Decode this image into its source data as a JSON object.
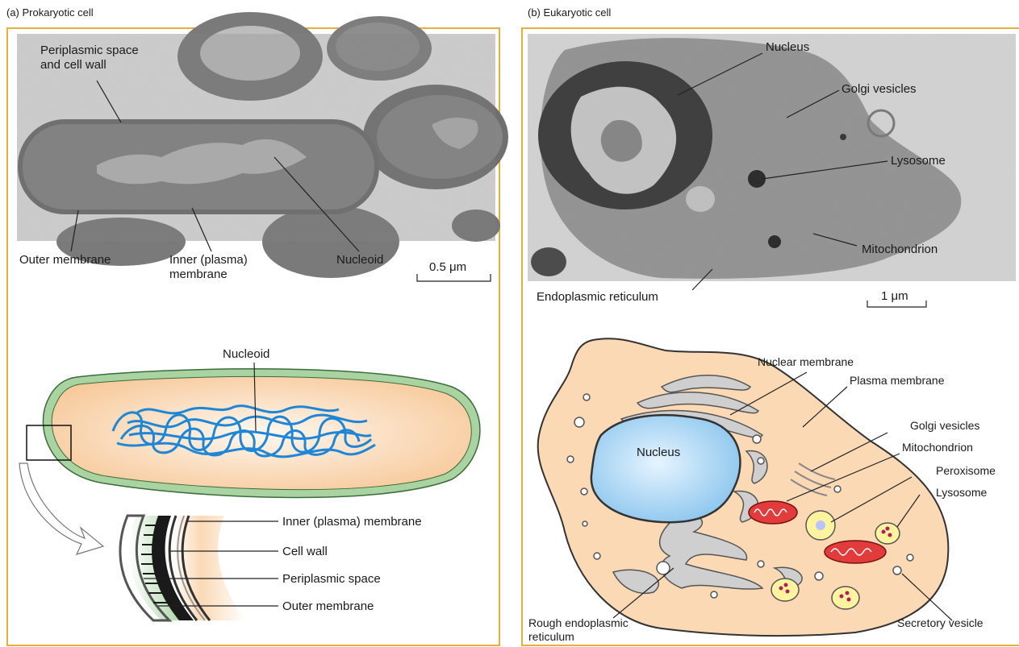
{
  "panel_a": {
    "title": "(a) Prokaryotic cell",
    "micro_labels": {
      "periplasmic": "Periplasmic space",
      "periplasmic_2": "and cell wall",
      "outer": "Outer membrane",
      "inner": "Inner (plasma)",
      "inner_2": "membrane",
      "nucleoid": "Nucleoid",
      "scale": "0.5 μm"
    },
    "diagram_labels": {
      "nucleoid": "Nucleoid",
      "inner": "Inner (plasma) membrane",
      "cell_wall": "Cell wall",
      "periplasmic": "Periplasmic space",
      "outer": "Outer membrane"
    }
  },
  "panel_b": {
    "title": "(b) Eukaryotic cell",
    "micro_labels": {
      "nucleus": "Nucleus",
      "golgi": "Golgi vesicles",
      "lysosome": "Lysosome",
      "mito": "Mitochondrion",
      "er": "Endoplasmic reticulum",
      "scale": "1 μm"
    },
    "diagram_labels": {
      "nuclear_membrane": "Nuclear membrane",
      "plasma_membrane": "Plasma membrane",
      "golgi": "Golgi vesicles",
      "mito": "Mitochondrion",
      "peroxisome": "Peroxisome",
      "lysosome": "Lysosome",
      "nucleus": "Nucleus",
      "rough_er": "Rough endoplasmic",
      "rough_er_2": "reticulum",
      "secretory": "Secretory vesicle"
    }
  },
  "colors": {
    "frame": "#e3b23c",
    "cytoplasm": "#fbd9b5",
    "cell_wall_green": "#a9d4a2",
    "nucleoid_blue": "#1f86d6",
    "nucleus_blue": "#a8d4f2",
    "er_gray": "#c8c8c8",
    "mito_red": "#e23b3b",
    "peroxisome_yellow": "#fff3a0"
  }
}
